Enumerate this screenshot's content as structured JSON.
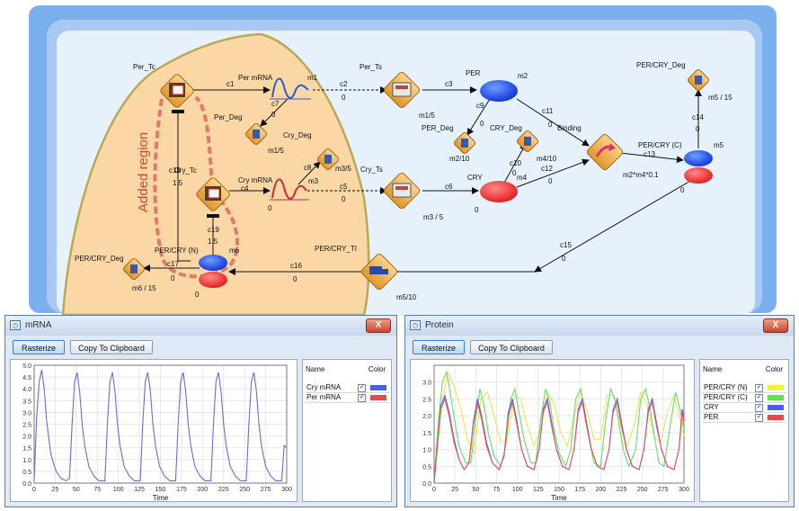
{
  "diagram": {
    "region_label": "Added region",
    "nodes": {
      "per_tc": {
        "label": "Per_Tc"
      },
      "per_mrna": {
        "label": "Per mRNA",
        "id": "m1",
        "value": "0"
      },
      "per_deg": {
        "label": "Per_Deg",
        "rate": "m1/5"
      },
      "per_ts": {
        "label": "Per_Ts"
      },
      "per": {
        "label": "PER",
        "id": "m2"
      },
      "per_deg2": {
        "label": "PER_Deg",
        "rate": "m2/10"
      },
      "cry_deg_top": {
        "label": "Cry_Deg",
        "rate": "m3/5"
      },
      "cry_deg_mid": {
        "label": "CRY_Deg",
        "rate": "m4/10"
      },
      "cry_tc": {
        "label": "Cry_Tc"
      },
      "cry_mrna": {
        "label": "Cry mRNA",
        "id": "m3",
        "value": "0"
      },
      "cry_ts": {
        "label": "Cry_Ts",
        "rate": "m3 / 5"
      },
      "cry": {
        "label": "CRY",
        "id": "m4",
        "value": "0"
      },
      "binding": {
        "label": "Binding",
        "rate": "m2*m4*0.1"
      },
      "percry_c": {
        "label": "PER/CRY (C)",
        "id": "m5",
        "value": "0"
      },
      "percry_deg_top": {
        "label": "PER/CRY_Deg",
        "rate": "m5 / 15"
      },
      "percry_ti": {
        "label": "PER/CRY_TI",
        "rate": "m5/10"
      },
      "percry_n": {
        "label": "PER/CRY (N)",
        "id": "m6",
        "value": "0"
      },
      "percry_deg_left": {
        "label": "PER/CRY_Deg",
        "rate": "m6 / 15"
      }
    },
    "edges": {
      "c1": "c1",
      "c2": "c2",
      "c3": "c3",
      "c4": "c4",
      "c5": "c5",
      "c6": "c6",
      "c7": "c7",
      "c8": "c8",
      "c9": "c9",
      "c10": "c10",
      "c11": "c11",
      "c12": "c12",
      "c13": "c13",
      "c14": "c14",
      "c15": "c15",
      "c16": "c16",
      "c17": "c17",
      "c18": "c18",
      "c19": "c19"
    },
    "misc": {
      "m1_5": "m1/5",
      "zero": "0",
      "one_five": "1.5",
      "m6": "m6",
      "m1_0": "m1",
      "m4_0": "m4"
    }
  },
  "windows": [
    {
      "title": "mRNA",
      "close_label": "X",
      "rasterize_label": "Rasterize",
      "clipboard_label": "Copy To Clipboard",
      "legend_name_header": "Name",
      "legend_color_header": "Color",
      "legend": [
        {
          "name": "Cry mRNA",
          "color": "#4a5fe6"
        },
        {
          "name": "Per mRNA",
          "color": "#e64a4a"
        }
      ],
      "chart_data": {
        "type": "line",
        "xlabel": "Time",
        "ylabel": "",
        "xlim": [
          0,
          300
        ],
        "ylim": [
          0,
          5.0
        ],
        "xticks": [
          "0",
          "25",
          "50",
          "75",
          "100",
          "125",
          "150",
          "175",
          "200",
          "225",
          "250",
          "275",
          "300"
        ],
        "yticks": [
          "0.0",
          "0.5",
          "1.0",
          "1.5",
          "2.0",
          "2.5",
          "3.0",
          "3.5",
          "4.0",
          "4.5",
          "5.0"
        ],
        "grid": true,
        "series": [
          {
            "name": "Cry mRNA",
            "color": "#6a6ad8",
            "x": [
              0,
              3,
              6,
              9,
              12,
              15,
              20,
              26,
              32,
              38,
              42,
              45,
              48,
              51,
              54,
              57,
              60,
              65,
              71,
              77,
              84,
              87,
              90,
              93,
              96,
              99,
              102,
              107,
              113,
              119,
              126,
              129,
              132,
              135,
              138,
              141,
              144,
              149,
              155,
              161,
              168,
              171,
              174,
              177,
              180,
              183,
              186,
              191,
              197,
              203,
              210,
              213,
              216,
              219,
              222,
              225,
              228,
              233,
              239,
              245,
              252,
              255,
              258,
              261,
              264,
              267,
              270,
              275,
              281,
              287,
              294,
              297,
              300
            ],
            "y": [
              0.1,
              2.8,
              4.3,
              4.8,
              4.0,
              2.6,
              1.2,
              0.5,
              0.2,
              0.1,
              0.2,
              2.5,
              4.3,
              4.7,
              3.9,
              2.5,
              1.6,
              0.7,
              0.3,
              0.1,
              0.1,
              2.5,
              4.3,
              4.7,
              3.9,
              2.5,
              1.6,
              0.7,
              0.3,
              0.1,
              0.1,
              2.5,
              4.3,
              4.7,
              3.9,
              2.5,
              1.6,
              0.7,
              0.3,
              0.1,
              0.1,
              2.5,
              4.3,
              4.7,
              3.9,
              2.5,
              1.6,
              0.7,
              0.3,
              0.1,
              0.1,
              2.5,
              4.3,
              4.7,
              3.9,
              2.5,
              1.6,
              0.7,
              0.3,
              0.1,
              0.1,
              2.5,
              4.3,
              4.7,
              3.9,
              2.5,
              1.6,
              0.7,
              0.3,
              0.1,
              0.1,
              1.6,
              1.5
            ]
          }
        ]
      }
    },
    {
      "title": "Protein",
      "close_label": "X",
      "rasterize_label": "Rasterize",
      "clipboard_label": "Copy To Clipboard",
      "legend_name_header": "Name",
      "legend_color_header": "Color",
      "legend": [
        {
          "name": "PER/CRY (N)",
          "color": "#f2f23a"
        },
        {
          "name": "PER/CRY (C)",
          "color": "#5ae64a"
        },
        {
          "name": "CRY",
          "color": "#4a5fe6"
        },
        {
          "name": "PER",
          "color": "#e64a4a"
        }
      ],
      "chart_data": {
        "type": "line",
        "xlabel": "Time",
        "ylabel": "",
        "xlim": [
          0,
          300
        ],
        "ylim": [
          0,
          3.5
        ],
        "xticks": [
          "0",
          "25",
          "50",
          "75",
          "100",
          "125",
          "150",
          "175",
          "200",
          "225",
          "250",
          "275",
          "300"
        ],
        "yticks": [
          "0.0",
          "0.5",
          "1.0",
          "1.5",
          "2.0",
          "2.5",
          "3.0"
        ],
        "grid": true,
        "series": [
          {
            "name": "PER/CRY (N)",
            "color": "#e8e85a",
            "x": [
              0,
              8,
              16,
              24,
              32,
              40,
              48,
              56,
              64,
              72,
              80,
              88,
              96,
              104,
              112,
              120,
              128,
              136,
              144,
              152,
              160,
              168,
              176,
              184,
              192,
              200,
              208,
              216,
              224,
              232,
              240,
              248,
              256,
              264,
              272,
              280,
              288,
              296,
              300
            ],
            "y": [
              0.0,
              2.0,
              3.3,
              2.9,
              2.2,
              1.3,
              0.9,
              2.5,
              2.7,
              2.0,
              1.2,
              1.3,
              2.6,
              2.5,
              1.7,
              1.1,
              1.6,
              2.7,
              2.4,
              1.5,
              1.1,
              2.0,
              2.7,
              2.1,
              1.3,
              1.3,
              2.6,
              2.6,
              1.7,
              1.1,
              1.7,
              2.7,
              2.3,
              1.4,
              1.2,
              2.1,
              2.6,
              1.8,
              1.4
            ]
          },
          {
            "name": "PER/CRY (C)",
            "color": "#66dd66",
            "x": [
              0,
              5,
              10,
              15,
              20,
              25,
              30,
              38,
              44,
              50,
              55,
              60,
              65,
              72,
              80,
              86,
              92,
              97,
              102,
              108,
              116,
              122,
              128,
              134,
              139,
              144,
              150,
              158,
              164,
              170,
              176,
              181,
              186,
              192,
              200,
              206,
              212,
              218,
              223,
              228,
              234,
              242,
              248,
              254,
              260,
              265,
              270,
              276,
              284,
              290,
              296,
              300
            ],
            "y": [
              0.0,
              1.8,
              3.0,
              3.3,
              2.6,
              1.8,
              1.1,
              0.6,
              0.6,
              1.9,
              2.8,
              2.3,
              1.5,
              0.8,
              0.5,
              1.1,
              2.5,
              2.8,
              2.1,
              1.3,
              0.6,
              0.6,
              1.9,
              2.8,
              2.4,
              1.6,
              0.9,
              0.5,
              1.0,
              2.5,
              2.8,
              2.1,
              1.3,
              0.6,
              0.5,
              1.9,
              2.8,
              2.4,
              1.6,
              0.9,
              0.5,
              1.0,
              2.5,
              2.8,
              2.1,
              1.3,
              0.6,
              0.5,
              1.8,
              2.7,
              2.1,
              1.6
            ]
          },
          {
            "name": "CRY",
            "color": "#5a5ae6",
            "x": [
              0,
              4,
              8,
              13,
              18,
              24,
              30,
              36,
              42,
              47,
              52,
              57,
              63,
              70,
              78,
              84,
              89,
              94,
              99,
              105,
              112,
              120,
              126,
              131,
              136,
              141,
              147,
              154,
              162,
              168,
              173,
              178,
              183,
              189,
              196,
              204,
              210,
              215,
              220,
              225,
              231,
              238,
              246,
              252,
              257,
              262,
              267,
              273,
              280,
              288,
              294,
              298,
              300
            ],
            "y": [
              0.0,
              1.2,
              2.3,
              2.6,
              2.1,
              1.3,
              0.7,
              0.4,
              0.6,
              1.8,
              2.5,
              2.0,
              1.2,
              0.6,
              0.4,
              0.8,
              2.1,
              2.5,
              1.9,
              1.0,
              0.5,
              0.4,
              1.0,
              2.2,
              2.5,
              1.8,
              1.0,
              0.5,
              0.4,
              1.0,
              2.2,
              2.5,
              1.8,
              1.0,
              0.5,
              0.4,
              1.0,
              2.2,
              2.5,
              1.8,
              1.0,
              0.5,
              0.4,
              1.0,
              2.2,
              2.5,
              1.8,
              1.0,
              0.5,
              0.4,
              1.0,
              2.2,
              1.9
            ]
          },
          {
            "name": "PER",
            "color": "#e65a5a",
            "x": [
              0,
              4,
              8,
              13,
              18,
              24,
              30,
              36,
              42,
              47,
              52,
              57,
              63,
              70,
              78,
              84,
              89,
              94,
              99,
              105,
              112,
              120,
              126,
              131,
              136,
              141,
              147,
              154,
              162,
              168,
              173,
              178,
              183,
              189,
              196,
              204,
              210,
              215,
              220,
              225,
              231,
              238,
              246,
              252,
              257,
              262,
              267,
              273,
              280,
              288,
              294,
              298,
              300
            ],
            "y": [
              0.0,
              1.1,
              2.2,
              2.5,
              2.0,
              1.2,
              0.7,
              0.4,
              0.6,
              1.7,
              2.4,
              1.9,
              1.1,
              0.6,
              0.4,
              0.8,
              2.0,
              2.4,
              1.8,
              1.0,
              0.5,
              0.4,
              1.0,
              2.1,
              2.4,
              1.7,
              1.0,
              0.5,
              0.4,
              1.0,
              2.1,
              2.4,
              1.7,
              1.0,
              0.5,
              0.4,
              1.0,
              2.1,
              2.4,
              1.7,
              1.0,
              0.5,
              0.4,
              1.0,
              2.1,
              2.4,
              1.7,
              1.0,
              0.5,
              0.4,
              1.0,
              2.1,
              1.8
            ]
          }
        ]
      }
    }
  ]
}
